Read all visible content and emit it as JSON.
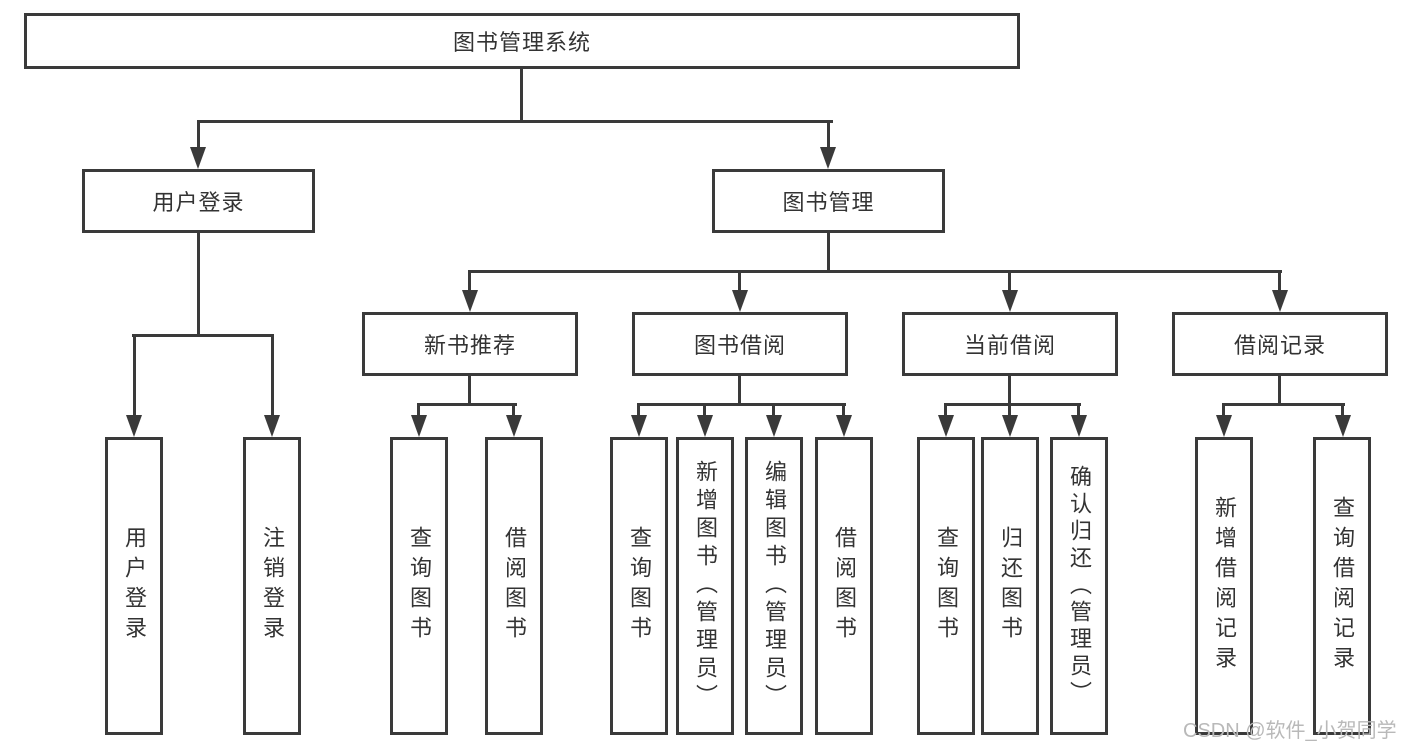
{
  "tree": {
    "label": "图书管理系统",
    "children": [
      {
        "label": "用户登录",
        "children": [
          {
            "label": "用户登录"
          },
          {
            "label": "注销登录"
          }
        ]
      },
      {
        "label": "图书管理",
        "children": [
          {
            "label": "新书推荐",
            "children": [
              {
                "label": "查询图书"
              },
              {
                "label": "借阅图书"
              }
            ]
          },
          {
            "label": "图书借阅",
            "children": [
              {
                "label": "查询图书"
              },
              {
                "label": "新增图书（管理员）"
              },
              {
                "label": "编辑图书（管理员）"
              },
              {
                "label": "借阅图书"
              }
            ]
          },
          {
            "label": "当前借阅",
            "children": [
              {
                "label": "查询图书"
              },
              {
                "label": "归还图书"
              },
              {
                "label": "确认归还（管理员）"
              }
            ]
          },
          {
            "label": "借阅记录",
            "children": [
              {
                "label": "新增借阅记录"
              },
              {
                "label": "查询借阅记录"
              }
            ]
          }
        ]
      }
    ]
  },
  "watermark": {
    "text": "CSDN @软件_小贺同学"
  },
  "colors": {
    "line": "#3a3a3a",
    "text": "#333333",
    "watermark": "#b9b9b9",
    "background": "#ffffff"
  }
}
